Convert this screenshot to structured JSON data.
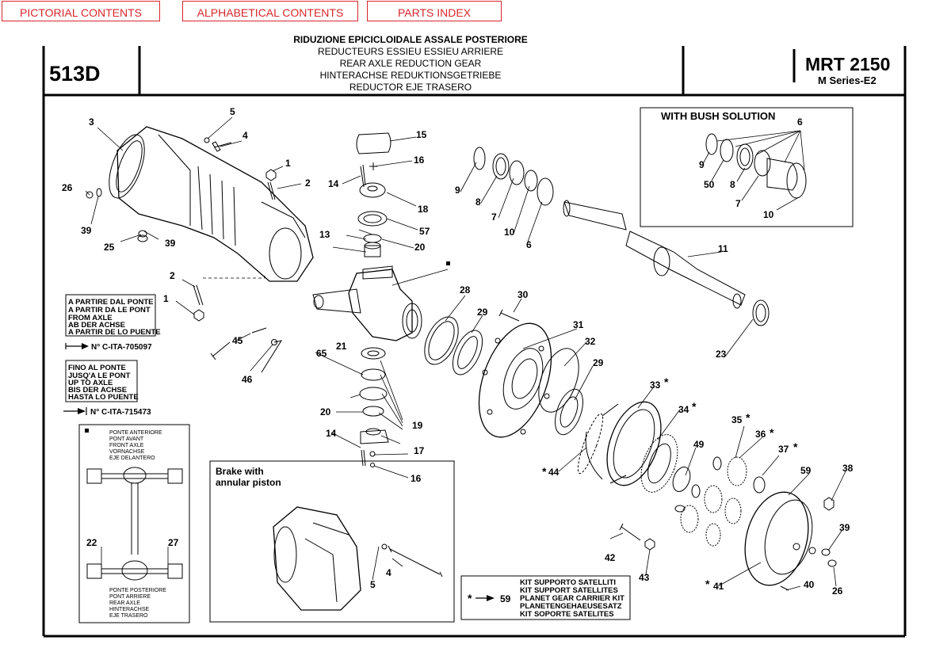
{
  "nav": {
    "pictorial": "PICTORIAL CONTENTS",
    "alphabetical": "ALPHABETICAL CONTENTS",
    "parts_index": "PARTS INDEX"
  },
  "header": {
    "code": "513D",
    "titles": [
      "RIDUZIONE EPICICLOIDALE ASSALE POSTERIORE",
      "REDUCTEURS ESSIEU ESSIEU ARRIERE",
      "REAR AXLE REDUCTION GEAR",
      "HINTERACHSE REDUKTIONSGETRIEBE",
      "REDUCTOR EJE TRASERO"
    ],
    "model": "MRT 2150",
    "series": "M Series-E2"
  },
  "diagram": {
    "bush_title": "WITH BUSH SOLUTION",
    "brake_title": [
      "Brake with",
      "annular piston"
    ],
    "from_axle": [
      "A PARTIRE DAL PONTE",
      "A PARTIR DA LE PONT",
      "FROM AXLE",
      "AB DER ACHSE",
      "A PARTIR DE LO PUENTE"
    ],
    "from_serial": "N° C-ITA-705097",
    "up_to_axle": [
      "FINO AL PONTE",
      "JUSQ'A LE PONT",
      "UP TO AXLE",
      "BIS DER ACHSE",
      "HASTA LO PUENTE"
    ],
    "up_to_serial": "N° C-ITA-715473",
    "front_axle": [
      "PONTE ANTERIORE",
      "PONT AVANT",
      "FRONT AXLE",
      "VORNACHSE",
      "EJE DELANTERO"
    ],
    "rear_axle": [
      "PONTE POSTERIORE",
      "PONT ARRIERE",
      "REAR AXLE",
      "HINTERACHSE",
      "EJE TRASERO"
    ],
    "kit_ref": "59",
    "kit_lines": [
      "KIT SUPPORTO SATELLITI",
      "KIT SUPPORT SATELLITES",
      "PLANET GEAR CARRIER KIT",
      "PLANETENGEHAEUSESATZ",
      "KIT SOPORTE SATELITES"
    ],
    "callouts": [
      "1",
      "2",
      "3",
      "4",
      "5",
      "6",
      "7",
      "8",
      "9",
      "10",
      "11",
      "13",
      "14",
      "15",
      "16",
      "17",
      "18",
      "19",
      "20",
      "21",
      "22",
      "23",
      "25",
      "26",
      "27",
      "28",
      "29",
      "30",
      "31",
      "32",
      "33",
      "34",
      "35",
      "36",
      "37",
      "38",
      "39",
      "40",
      "41",
      "42",
      "43",
      "44",
      "45",
      "46",
      "49",
      "50",
      "57",
      "59",
      "65",
      "*"
    ]
  },
  "colors": {
    "accent": "#d9262b",
    "ink": "#000000"
  }
}
